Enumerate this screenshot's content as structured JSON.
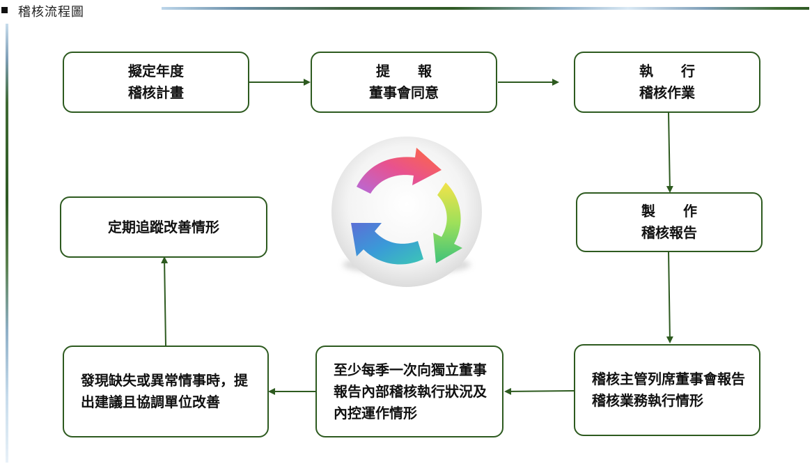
{
  "section": {
    "title": "稽核流程圖"
  },
  "flow": {
    "step_plan": "擬定年度\n稽核計畫",
    "step_report_board": "提　　報\n董事會同意",
    "step_execute": "執　　行\n稽核作業",
    "step_make_report": "製　　作\n稽核報告",
    "step_attend_board": "稽核主管列席董事會報告稽核業務執行情形",
    "step_independent_directors": "至少每季一次向獨立董事報告內部稽核執行狀況及內控運作情形",
    "step_findings": "發現缺失或異常情事時，提出建議且協調單位改善",
    "step_follow_up": "定期追蹤改善情形"
  },
  "colors": {
    "border": "#2d5a1f",
    "arrow": "#2d5a1f",
    "text": "#111111"
  },
  "icons": {
    "center": "cycle-arrows-icon"
  }
}
